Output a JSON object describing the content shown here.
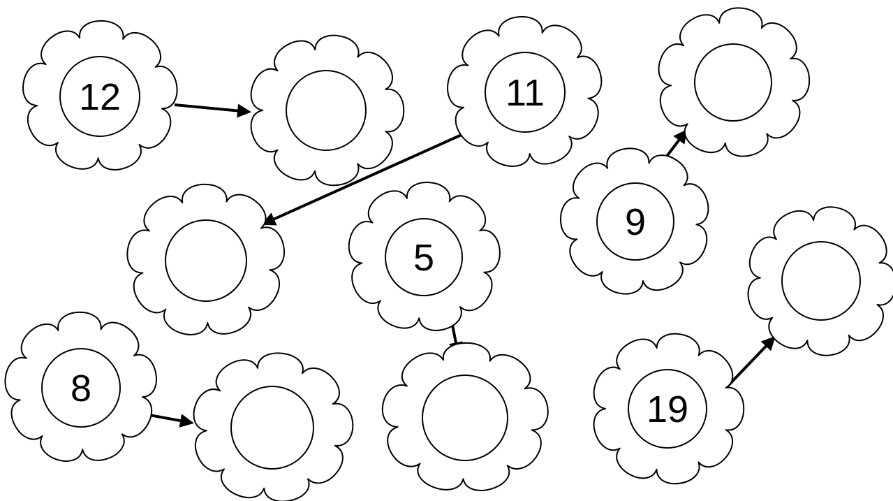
{
  "worksheet": {
    "flowers": [
      {
        "id": "flower-12",
        "number": "12"
      },
      {
        "id": "flower-12-target",
        "number": ""
      },
      {
        "id": "flower-11",
        "number": "11"
      },
      {
        "id": "flower-9-target",
        "number": ""
      },
      {
        "id": "flower-11-target",
        "number": ""
      },
      {
        "id": "flower-5",
        "number": "5"
      },
      {
        "id": "flower-9",
        "number": "9"
      },
      {
        "id": "flower-19-target",
        "number": ""
      },
      {
        "id": "flower-8",
        "number": "8"
      },
      {
        "id": "flower-8-target",
        "number": ""
      },
      {
        "id": "flower-5-target",
        "number": ""
      },
      {
        "id": "flower-19",
        "number": "19"
      }
    ],
    "arrows": [
      {
        "from": "flower-12",
        "to": "flower-12-target"
      },
      {
        "from": "flower-11",
        "to": "flower-11-target"
      },
      {
        "from": "flower-9",
        "to": "flower-9-target"
      },
      {
        "from": "flower-5",
        "to": "flower-5-target"
      },
      {
        "from": "flower-8",
        "to": "flower-8-target"
      },
      {
        "from": "flower-19",
        "to": "flower-19-target"
      }
    ],
    "colors": {
      "ink": "#000000",
      "paper": "#ffffff"
    }
  }
}
